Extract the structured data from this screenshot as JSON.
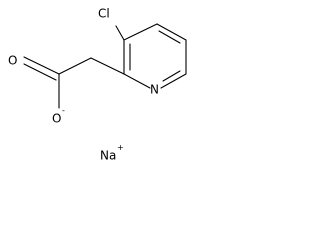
{
  "structure": {
    "atoms": {
      "chlorine": "Cl",
      "nitrogen": "N",
      "oxygen_carbonyl": "O",
      "oxygen_anion": "O",
      "sodium": "Na"
    },
    "charges": {
      "oxygen_anion": "-",
      "sodium": "+"
    }
  }
}
